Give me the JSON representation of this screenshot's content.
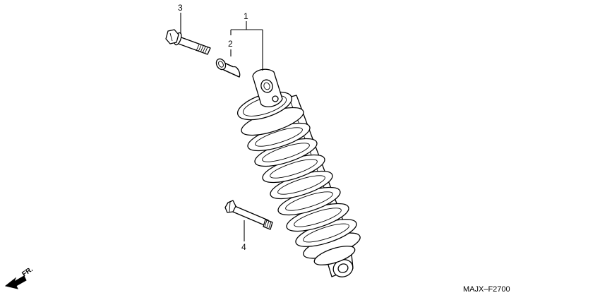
{
  "callouts": {
    "part_1": "1",
    "part_2": "2",
    "part_3": "3",
    "part_4": "4"
  },
  "diagram_code": "MAJX–F2700",
  "direction_label": "FR."
}
